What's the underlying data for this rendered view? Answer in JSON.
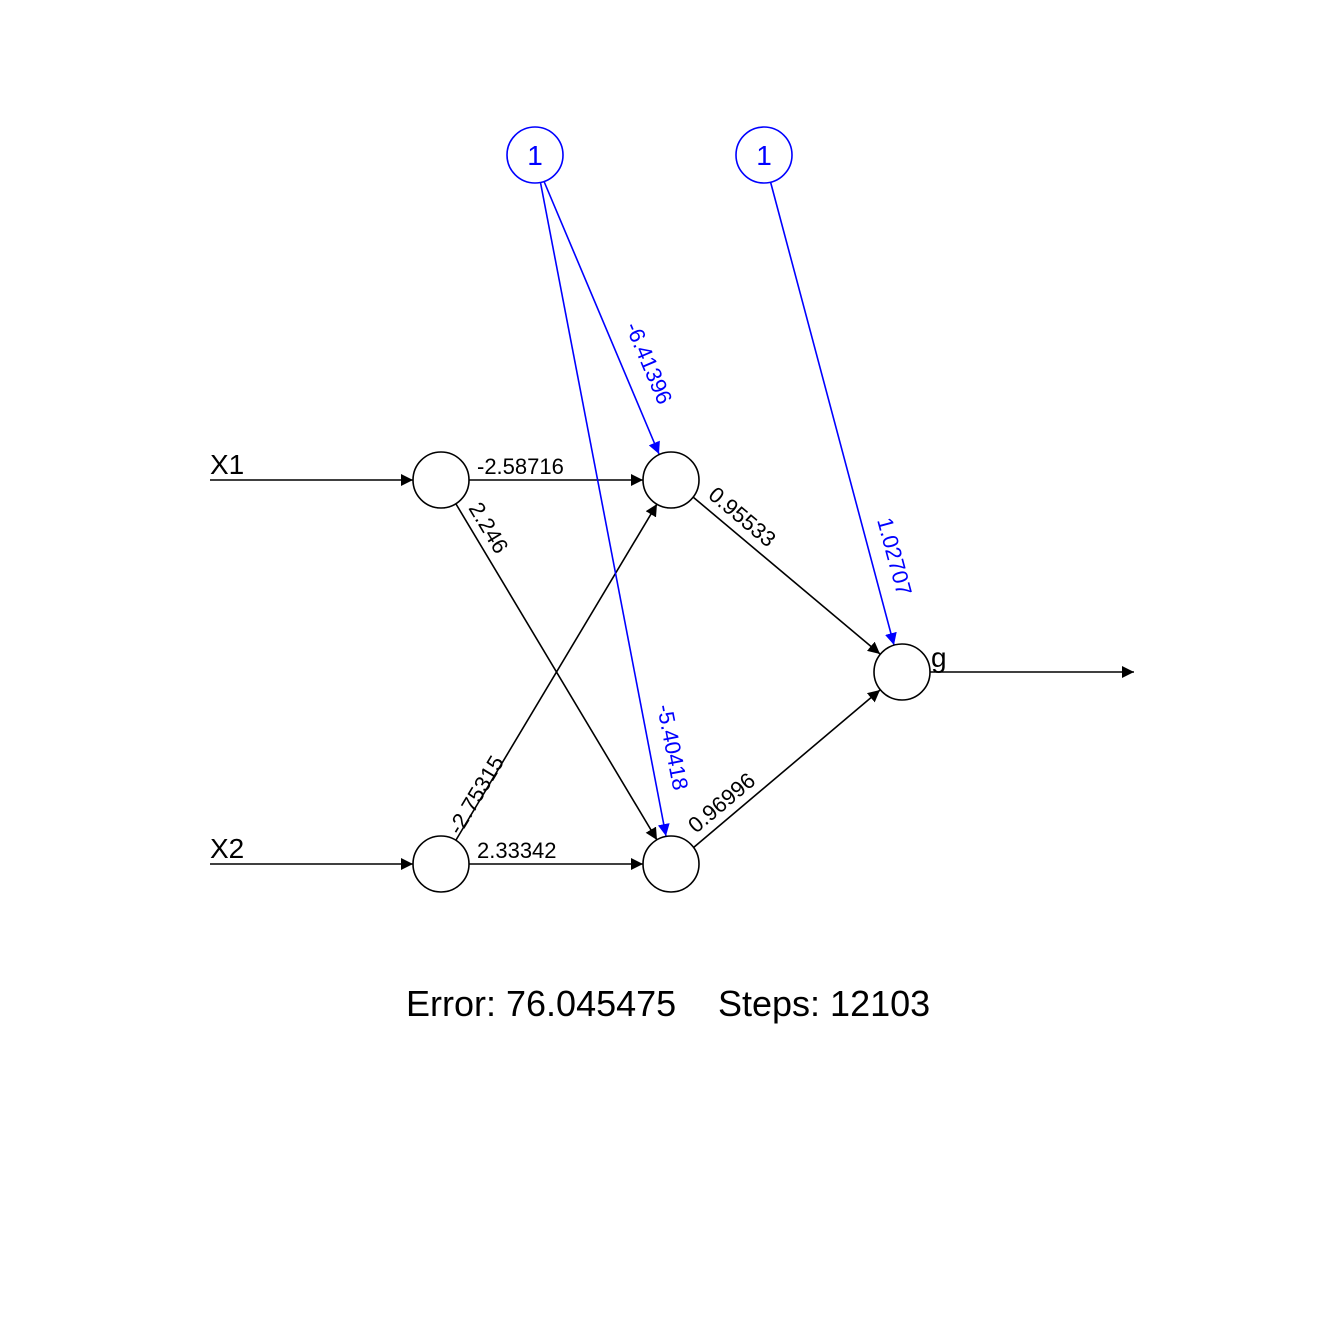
{
  "colors": {
    "edge": "#000000",
    "bias": "#0000ff",
    "background": "#ffffff"
  },
  "inputs": [
    "X1",
    "X2"
  ],
  "output": "g",
  "bias_labels": [
    "1",
    "1"
  ],
  "weights": {
    "x1_h1": "-2.58716",
    "x1_h2": "2.246",
    "x2_h1": "-2.75315",
    "x2_h2": "2.33342",
    "h1_out": "0.95533",
    "h2_out": "0.96996"
  },
  "bias_weights": {
    "b1_h1": "-6.41396",
    "b1_h2": "-5.40418",
    "b2_out": "1.02707"
  },
  "footer": {
    "error": "Error: 76.045475",
    "steps": "Steps: 12103"
  }
}
